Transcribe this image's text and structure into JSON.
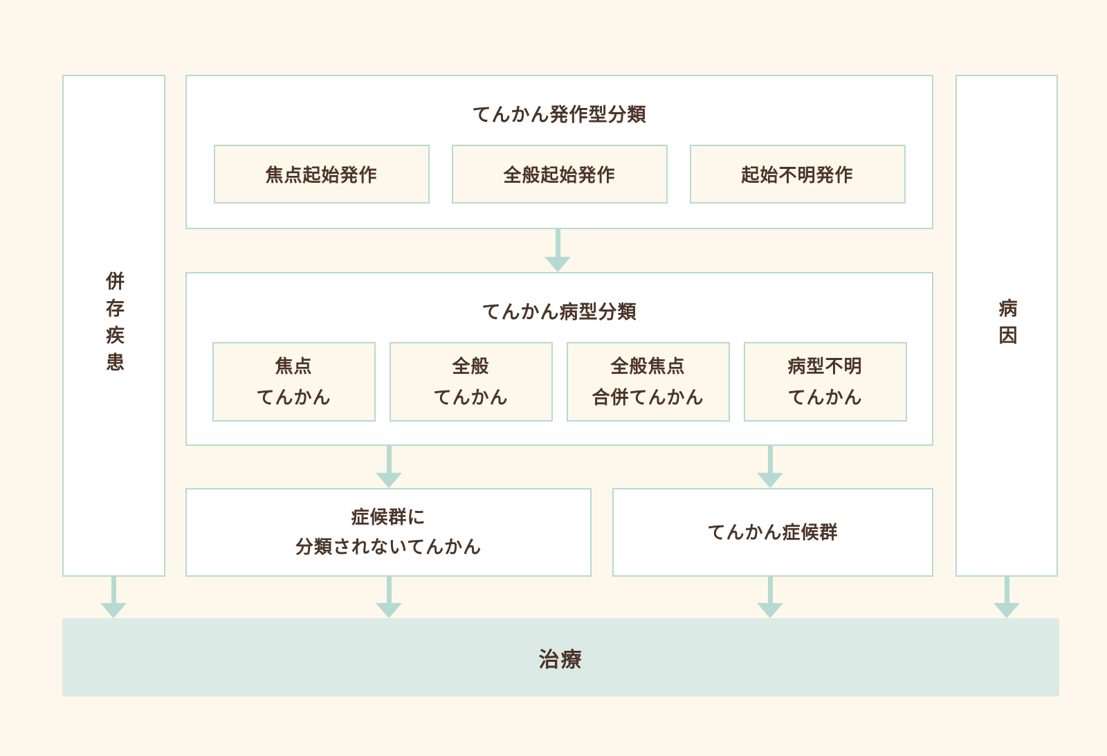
{
  "colors": {
    "background": "#FDF8EB",
    "box_fill": "#FFFFFF",
    "border_teal": "#B6DAD2",
    "arrow_teal": "#B6DAD2",
    "treatment_bar_fill": "#DCEAE6",
    "text_brown": "#4A3427"
  },
  "left_column": {
    "label": "併存疾患"
  },
  "right_column": {
    "label": "病因"
  },
  "seizure_classification": {
    "title": "てんかん発作型分類",
    "items": [
      {
        "label": "焦点起始発作"
      },
      {
        "label": "全般起始発作"
      },
      {
        "label": "起始不明発作"
      }
    ]
  },
  "type_classification": {
    "title": "てんかん病型分類",
    "items": [
      {
        "line1": "焦点",
        "line2": "てんかん"
      },
      {
        "line1": "全般",
        "line2": "てんかん"
      },
      {
        "line1": "全般焦点",
        "line2": "合併てんかん"
      },
      {
        "line1": "病型不明",
        "line2": "てんかん"
      }
    ]
  },
  "syndrome_row": {
    "unclassified": {
      "line1": "症候群に",
      "line2": "分類されないてんかん"
    },
    "syndrome": {
      "label": "てんかん症候群"
    }
  },
  "treatment": {
    "label": "治療"
  }
}
